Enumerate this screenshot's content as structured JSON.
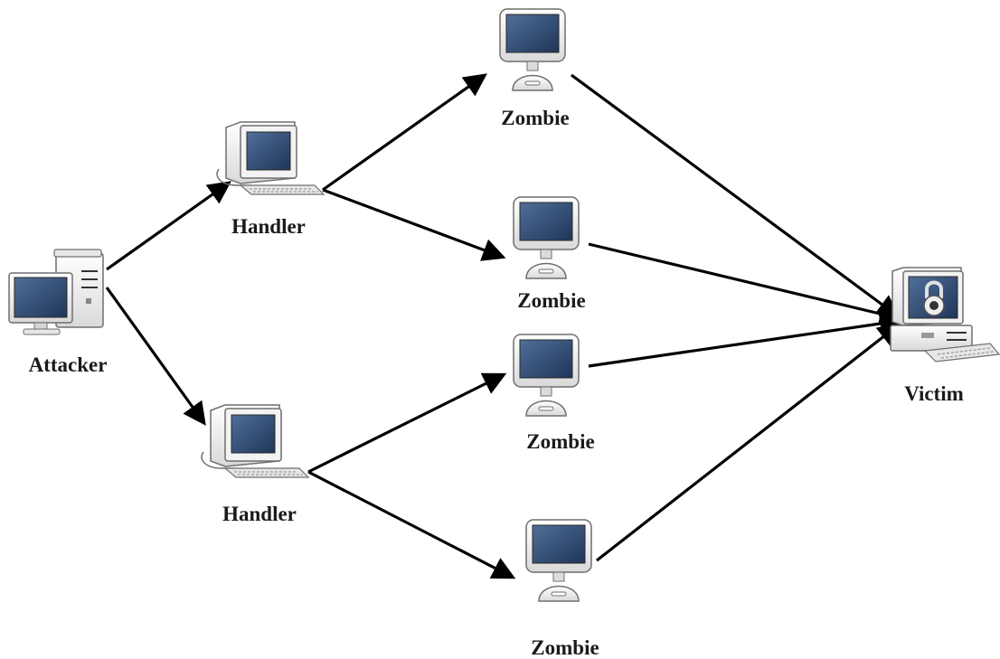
{
  "diagram": {
    "type": "ddos-attack-topology",
    "nodes": {
      "attacker": {
        "label": "Attacker",
        "icon": "desktop-tower-icon"
      },
      "handler_1": {
        "label": "Handler",
        "icon": "crt-computer-icon"
      },
      "handler_2": {
        "label": "Handler",
        "icon": "crt-computer-icon"
      },
      "zombie_1": {
        "label": "Zombie",
        "icon": "imac-monitor-icon"
      },
      "zombie_2": {
        "label": "Zombie",
        "icon": "imac-monitor-icon"
      },
      "zombie_3": {
        "label": "Zombie",
        "icon": "imac-monitor-icon"
      },
      "zombie_4": {
        "label": "Zombie",
        "icon": "imac-monitor-icon"
      },
      "victim": {
        "label": "Victim",
        "icon": "locked-computer-icon"
      }
    },
    "edges": [
      {
        "from": "attacker",
        "to": "handler_1"
      },
      {
        "from": "attacker",
        "to": "handler_2"
      },
      {
        "from": "handler_1",
        "to": "zombie_1"
      },
      {
        "from": "handler_1",
        "to": "zombie_2"
      },
      {
        "from": "handler_2",
        "to": "zombie_3"
      },
      {
        "from": "handler_2",
        "to": "zombie_4"
      },
      {
        "from": "zombie_1",
        "to": "victim"
      },
      {
        "from": "zombie_2",
        "to": "victim"
      },
      {
        "from": "zombie_3",
        "to": "victim"
      },
      {
        "from": "zombie_4",
        "to": "victim"
      }
    ],
    "colors": {
      "screen": "#2e4a70",
      "body": "#f1f1f1",
      "outline": "#6f6f6f",
      "arrow": "#000000",
      "label": "#1a1a1a"
    }
  }
}
